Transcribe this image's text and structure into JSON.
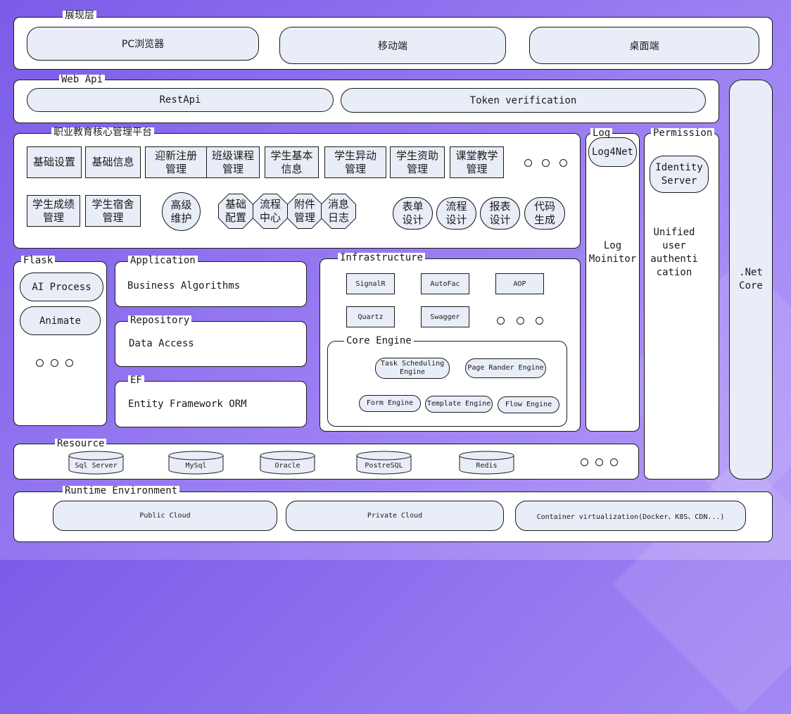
{
  "presentation": {
    "title": "展现层",
    "items": [
      "PC浏览器",
      "移动端",
      "桌面端"
    ]
  },
  "web_api": {
    "title": "Web Api",
    "items": [
      "RestApi",
      "Token verification"
    ]
  },
  "core_platform": {
    "title": "职业教育核心管理平台",
    "row1": [
      "基础设置",
      "基础信息",
      "迎新注册\n管理",
      "班级课程\n管理",
      "学生基本\n信息",
      "学生异动\n管理",
      "学生资助\n管理",
      "课堂教学\n管理"
    ],
    "row2_boxes": [
      "学生成绩\n管理",
      "学生宿舍\n管理"
    ],
    "maintenance": "高级\n维护",
    "octagons": [
      "基础\n配置",
      "流程\n中心",
      "附件\n管理",
      "消息\n日志"
    ],
    "tools": [
      "表单\n设计",
      "流程\n设计",
      "报表\n设计",
      "代码\n生成"
    ]
  },
  "log": {
    "title": "Log",
    "item": "Log4Net",
    "label": "Log\nMoinitor"
  },
  "permission": {
    "title": "Permission",
    "item": "Identity\nServer",
    "label": "Unified\nuser\nauthenti\ncation"
  },
  "netcore": {
    "label": ".Net\nCore"
  },
  "flask": {
    "title": "Flask",
    "items": [
      "AI Process",
      "Animate"
    ]
  },
  "application": {
    "title": "Application",
    "text": "Business Algorithms"
  },
  "repository": {
    "title": "Repository",
    "text": "Data Access"
  },
  "ef": {
    "title": "EF",
    "text": "Entity Framework ORM"
  },
  "infrastructure": {
    "title": "Infrastructure",
    "items": [
      "SignalR",
      "AutoFac",
      "AOP",
      "Quartz",
      "Swagger"
    ]
  },
  "core_engine": {
    "title": "Core Engine",
    "items": [
      "Task Scheduling\nEngine",
      "Page Rander Engine",
      "Form Engine",
      "Template Engine",
      "Flow Engine"
    ]
  },
  "resource": {
    "title": "Resource",
    "items": [
      "Sql Server",
      "MySql",
      "Oracle",
      "PostreSQL",
      "Redis"
    ]
  },
  "runtime": {
    "title": "Runtime Environment",
    "items": [
      "Public Cloud",
      "Private Cloud",
      "Container virtualization(Docker、K8S、CDN...)"
    ]
  }
}
